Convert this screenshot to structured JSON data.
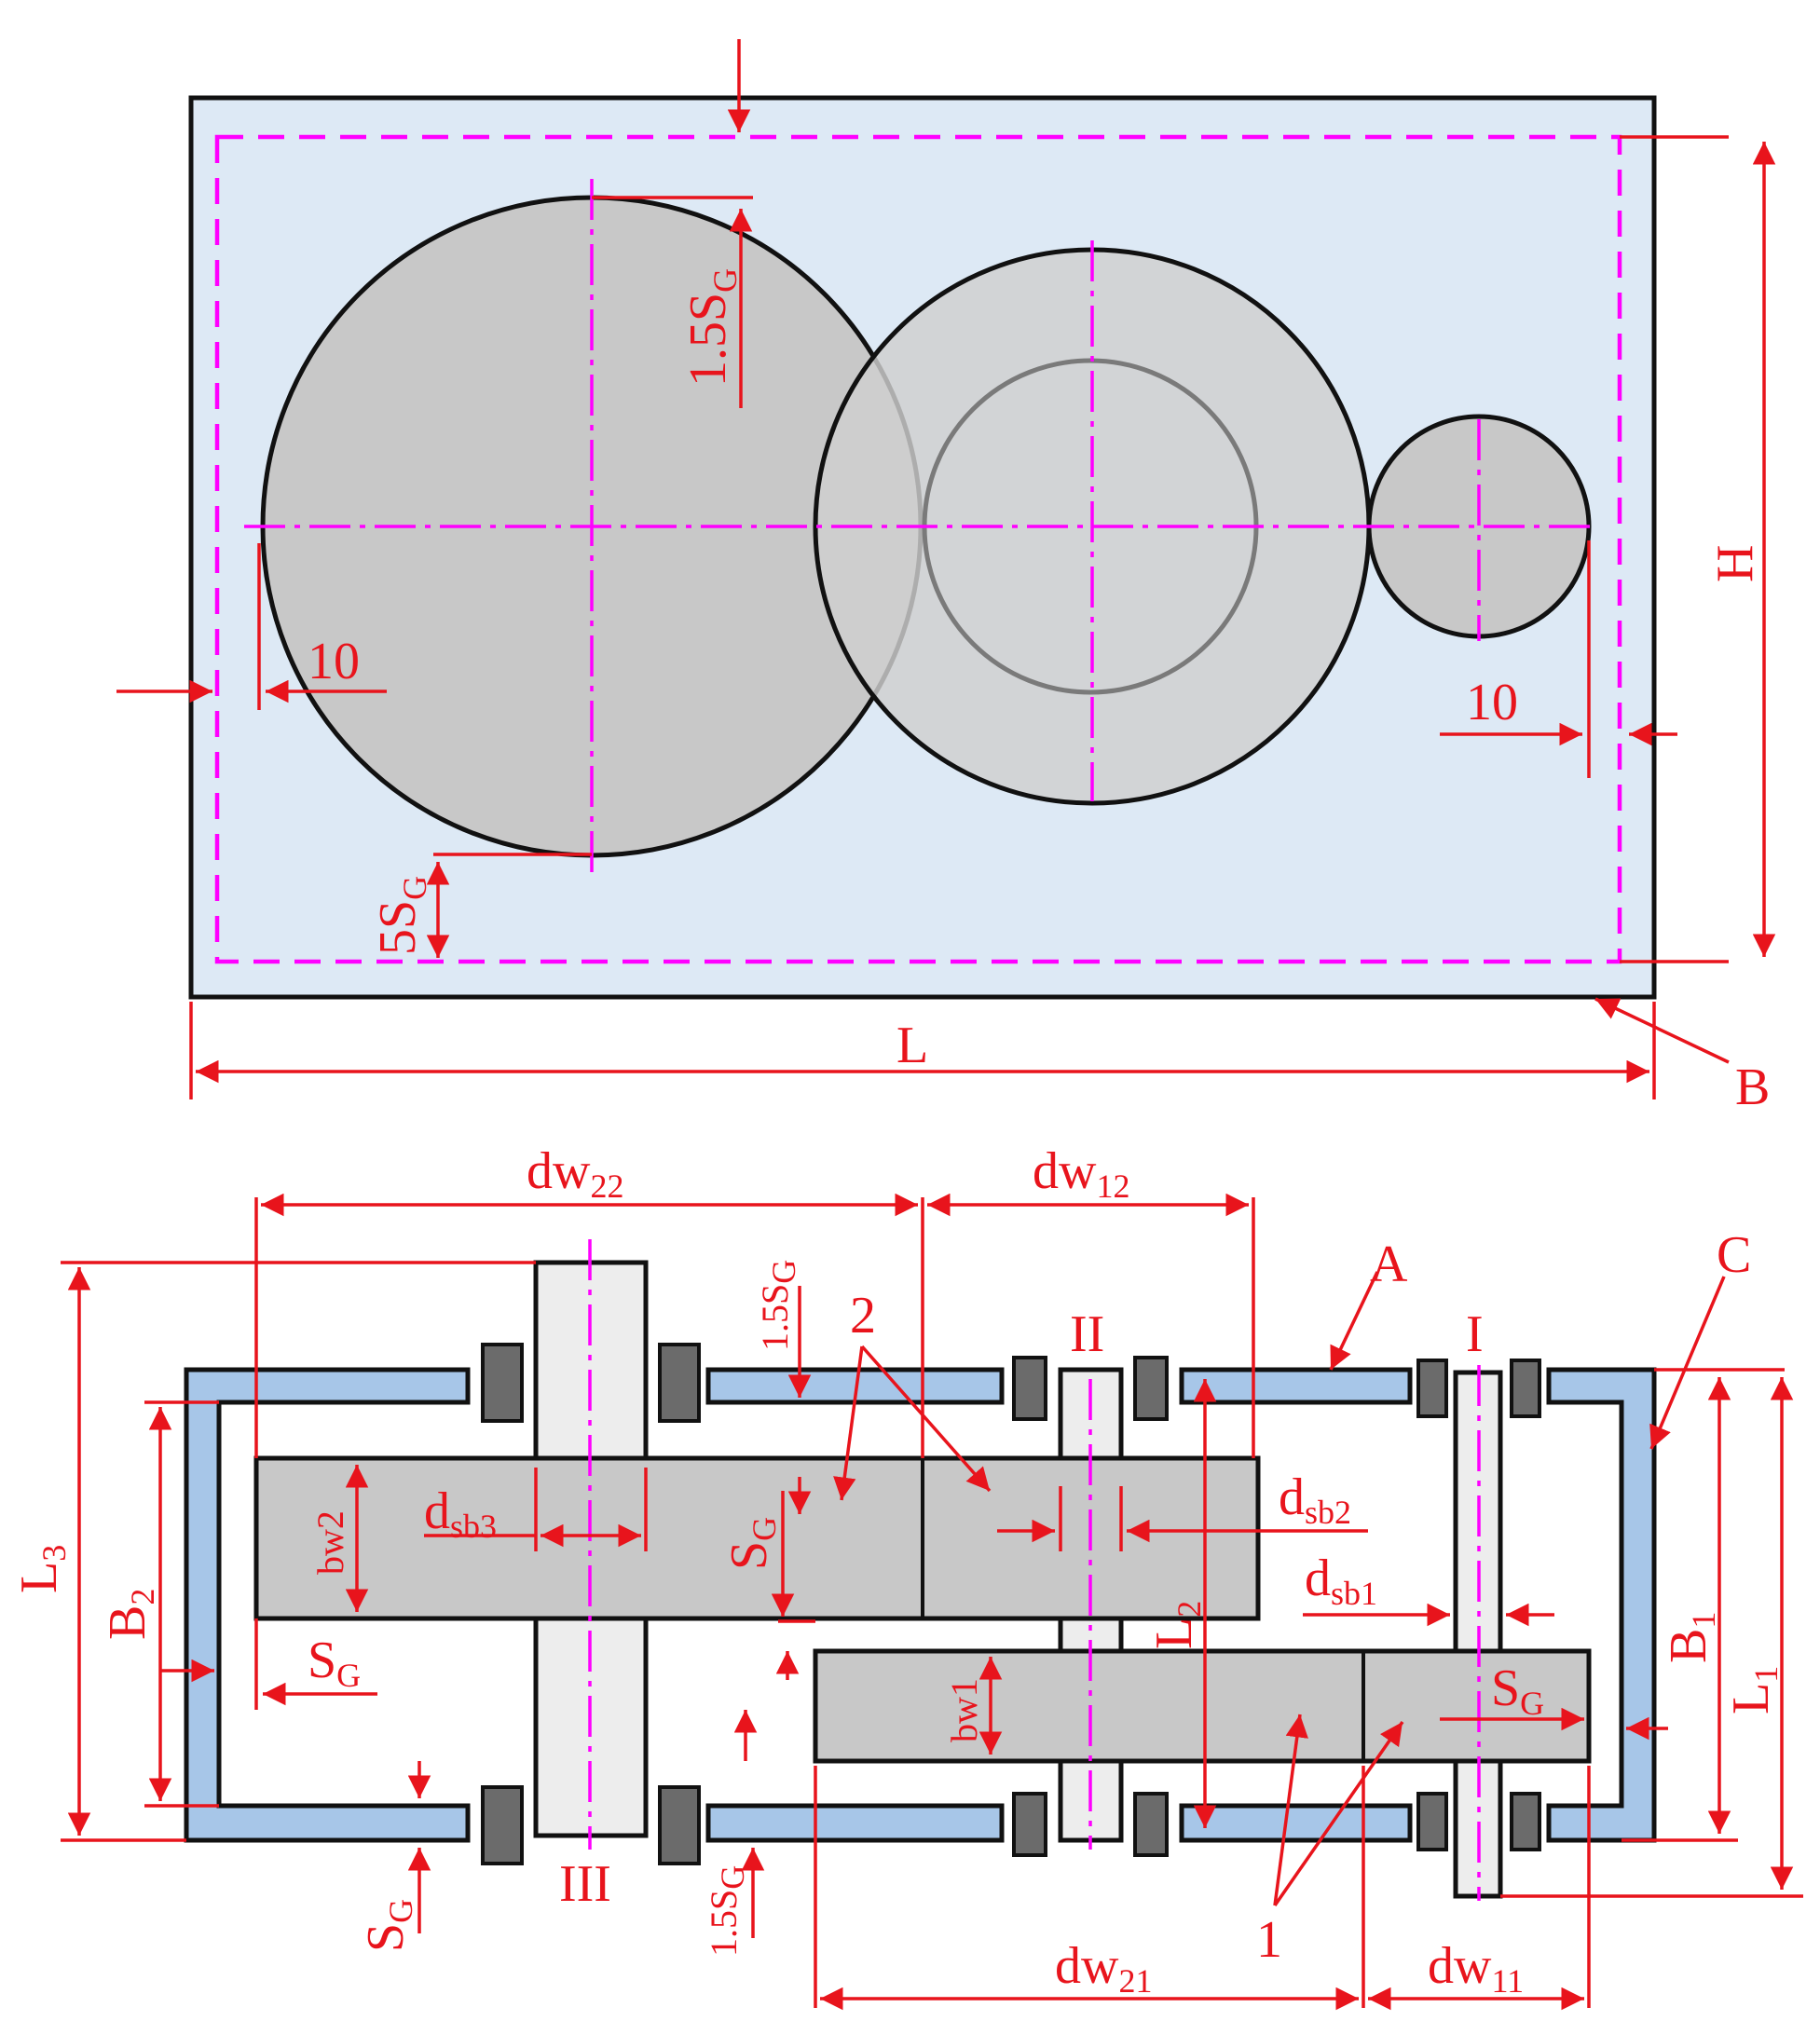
{
  "colors": {
    "dimension": "#e8141c",
    "centerline": "#ff00ff",
    "housing_fill": "#dde9f5",
    "gear_fill": "#c8c8c8",
    "wall_fill": "#a7c6e8",
    "bearing_fill": "#6b6b6b",
    "shaft_fill": "#ededed",
    "outline": "#111111"
  },
  "top_view": {
    "label_L": "L",
    "label_H": "H",
    "label_B": "B",
    "label_10_left": "10",
    "label_10_right": "10",
    "label_15sg": "1.5S",
    "label_15sg_sub": "G",
    "label_5sg": "5S",
    "label_5sg_sub": "G"
  },
  "bottom_view": {
    "dw22": {
      "base": "dw",
      "sub": "22"
    },
    "dw12": {
      "base": "dw",
      "sub": "12"
    },
    "dw21": {
      "base": "dw",
      "sub": "21"
    },
    "dw11": {
      "base": "dw",
      "sub": "11"
    },
    "L1": {
      "base": "L",
      "sub": "1"
    },
    "L2": {
      "base": "L",
      "sub": "2"
    },
    "L3": {
      "base": "L",
      "sub": "3"
    },
    "B1": {
      "base": "B",
      "sub": "1"
    },
    "B2": {
      "base": "B",
      "sub": "2"
    },
    "dsb1": {
      "base": "d",
      "sub": "sb1"
    },
    "dsb2": {
      "base": "d",
      "sub": "sb2"
    },
    "dsb3": {
      "base": "d",
      "sub": "sb3"
    },
    "bw1": "bw1",
    "bw2": "bw2",
    "sg_base": "S",
    "sg_sub": "G",
    "sg15_base": "1.5S",
    "shaft_I": "I",
    "shaft_II": "II",
    "shaft_III": "III",
    "label_A": "A",
    "label_C": "C",
    "label_1": "1",
    "label_2": "2"
  }
}
